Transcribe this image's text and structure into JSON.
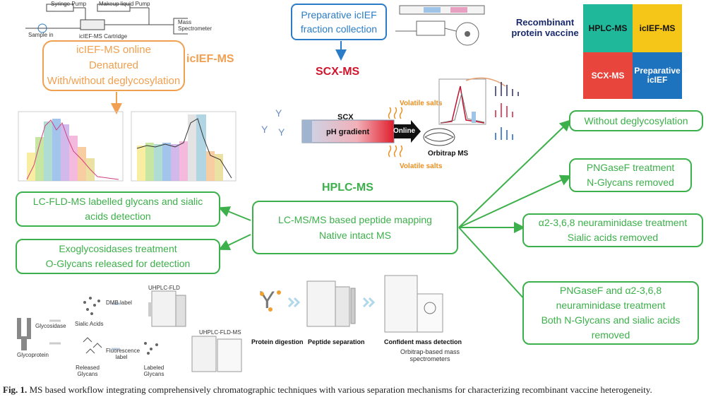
{
  "orange_box": {
    "line1": "icIEF-MS online",
    "line2": "Denatured",
    "line3": "With/without deglycosylation"
  },
  "iciefms_title": "icIEF-MS",
  "blue_box": {
    "line1": "Preparative icIEF",
    "line2": "fraction collection"
  },
  "scxms_title": "SCX-MS",
  "vaccine_title": {
    "line1": "Recombinant",
    "line2": "protein vaccine"
  },
  "puzzle": {
    "hplc": "HPLC-MS",
    "icief": "icIEF-MS",
    "scx": "SCX-MS",
    "prep": "Preparative icIEF"
  },
  "hplcms_title": "HPLC-MS",
  "center_box": {
    "line1": "LC-MS/MS  based peptide mapping",
    "line2": "Native intact MS"
  },
  "left_boxes": [
    {
      "line1": "LC-FLD-MS labelled glycans and sialic",
      "line2": "acids detection"
    },
    {
      "line1": "Exoglycosidases treatment",
      "line2": "O-Glycans released for detection"
    }
  ],
  "right_boxes": [
    {
      "line1": "Without deglycosylation"
    },
    {
      "line1": "PNGaseF treatment",
      "line2": "N-Glycans removed"
    },
    {
      "line1": "α2-3,6,8 neuraminidase treatment",
      "line2": "Sialic acids removed"
    },
    {
      "line1": "PNGaseF and α2-3,6,8",
      "line2": "neuraminidase treatment",
      "line3": "Both N-Glycans and sialic acids",
      "line4": "removed"
    }
  ],
  "scx_diagram": {
    "scx": "SCX",
    "gradient": "pH gradient",
    "online": "Online",
    "volatile1": "Volatile salts",
    "volatile2": "Volatile salts",
    "orbitrap": "Orbitrap MS"
  },
  "instrument_labels": {
    "syringe": "Syringe Pump",
    "makeup": "Makeup liquid Pump",
    "ms": "Mass Spectrometer",
    "sample": "Sample in",
    "cart": "icIEF-MS Cartridge"
  },
  "glyco_panel": {
    "glycoprotein": "Glycoprotein",
    "glycosidase": "Glycosidase",
    "sialic": "Sialic Acids",
    "released": "Released Glycans",
    "dmb": "DMB label",
    "fluor": "Fluorescence label",
    "labeled": "Labeled Glycans",
    "uhplc_fld": "UHPLC-FLD",
    "uhplc_fld_ms": "UHPLC-FLD-MS"
  },
  "peptide_panel": {
    "digestion": "Protein digestion",
    "separation": "Peptide separation",
    "detection": "Confident mass detection",
    "orbitrap": "Orbitrap-based mass spectrometers"
  },
  "caption": {
    "label": "Fig. 1.",
    "text": "MS based workflow integrating comprehensively chromatographic techniques with various separation mechanisms for characterizing recombinant vaccine heterogeneity."
  },
  "colors": {
    "green": "#3cb04a",
    "orange": "#f0a050",
    "blue": "#2b7cc7",
    "red": "#d0142c"
  }
}
